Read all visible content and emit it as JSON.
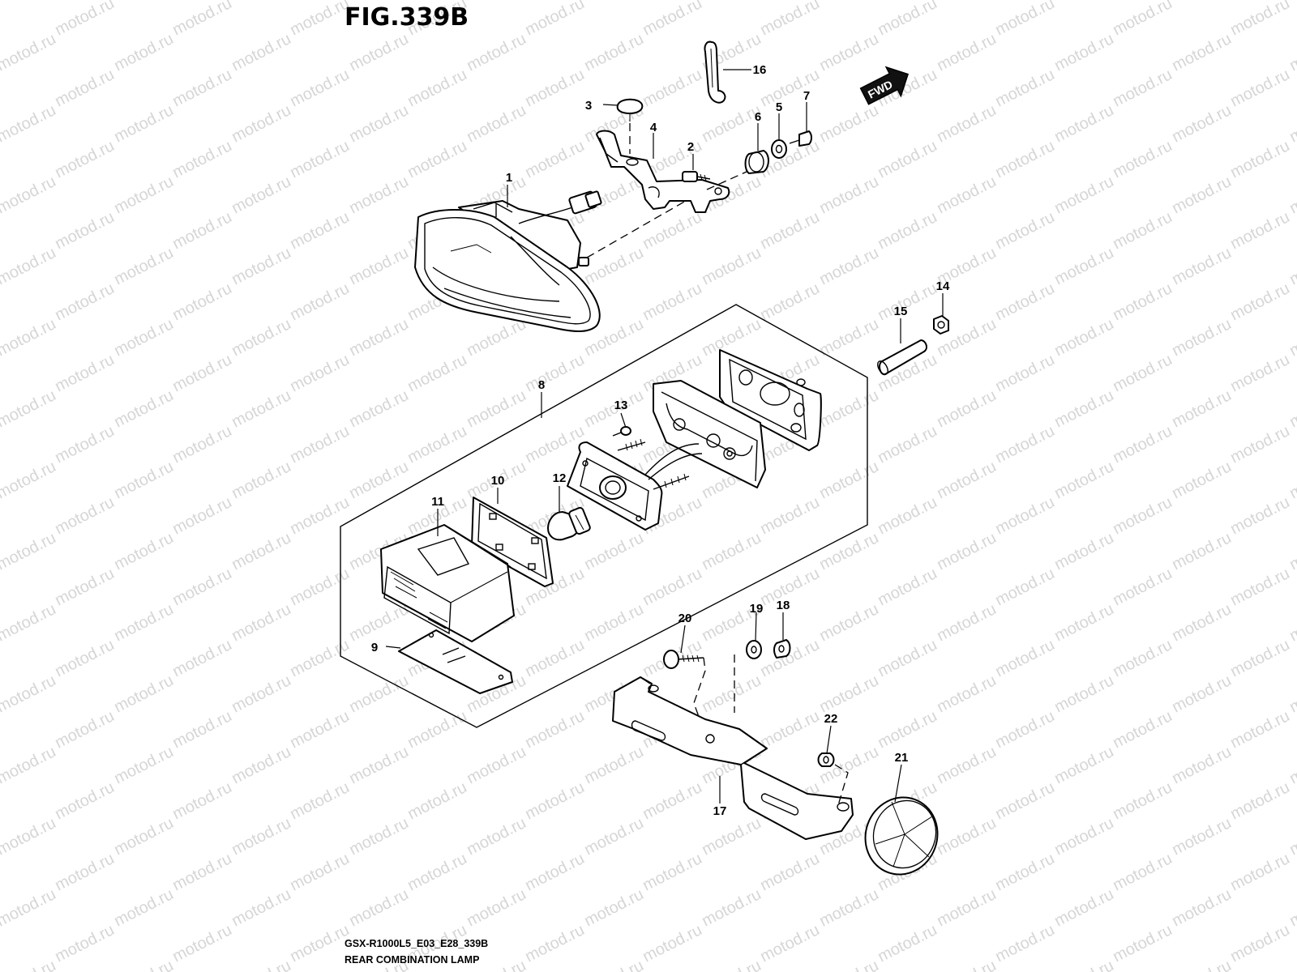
{
  "figure": {
    "title": "FIG.339B",
    "model_code": "GSX-R1000L5_E03_E28_339B",
    "name": "REAR COMBINATION LAMP",
    "fwd_label": "FWD",
    "watermark": "motod.ru"
  },
  "callouts": [
    {
      "id": "1",
      "part": "rear-combination-lamp"
    },
    {
      "id": "2",
      "part": "bolt"
    },
    {
      "id": "3",
      "part": "clip"
    },
    {
      "id": "4",
      "part": "bracket"
    },
    {
      "id": "5",
      "part": "washer"
    },
    {
      "id": "6",
      "part": "cushion"
    },
    {
      "id": "7",
      "part": "screw"
    },
    {
      "id": "8",
      "part": "license-lamp-assembly"
    },
    {
      "id": "9",
      "part": "plate"
    },
    {
      "id": "10",
      "part": "gasket"
    },
    {
      "id": "11",
      "part": "lens"
    },
    {
      "id": "12",
      "part": "bulb"
    },
    {
      "id": "13",
      "part": "screw"
    },
    {
      "id": "14",
      "part": "nut"
    },
    {
      "id": "15",
      "part": "collar"
    },
    {
      "id": "16",
      "part": "band"
    },
    {
      "id": "17",
      "part": "reflector-bracket"
    },
    {
      "id": "18",
      "part": "nut"
    },
    {
      "id": "19",
      "part": "washer"
    },
    {
      "id": "20",
      "part": "bolt"
    },
    {
      "id": "21",
      "part": "reflector"
    },
    {
      "id": "22",
      "part": "nut"
    }
  ]
}
